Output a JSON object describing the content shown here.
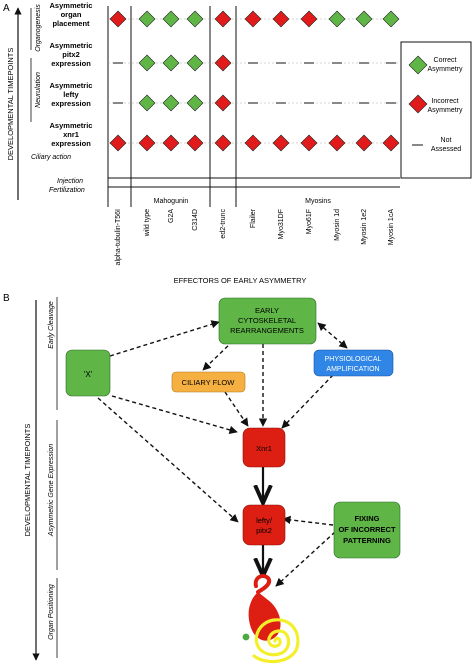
{
  "panel_a": {
    "label": "A",
    "y_axis_label": "DEVELOPMENTAL TIMEPOINTS",
    "rows": [
      {
        "lines": [
          "Asymmetric",
          "organ",
          "placement"
        ]
      },
      {
        "lines": [
          "Asymmetric",
          "pitx2",
          "expression"
        ]
      },
      {
        "lines": [
          "Asymmetric",
          "lefty",
          "expression"
        ]
      },
      {
        "lines": [
          "Asymmetric",
          "xnr1",
          "expression"
        ]
      }
    ],
    "stages": {
      "organogenesis": "Organogenesis",
      "neurulation": "Neurulation",
      "ciliary": "Ciliary action",
      "injection": "Injection",
      "fertilization": "Fertilization"
    },
    "columns": [
      "alpha-tubulin-T56I",
      "wild type",
      "G2A",
      "C314D",
      "ed2-trunc",
      "Flailer",
      "Myo31DF",
      "Myo61F",
      "Myosin 1d",
      "Myosin 1e2",
      "Myosin 1cA"
    ],
    "groups": {
      "mahogunin": "Mahogunin",
      "myosins": "Myosins"
    },
    "x_axis_label": "EFFECTORS OF EARLY ASYMMETRY",
    "legend": {
      "correct": [
        "Correct",
        "Asymmetry"
      ],
      "incorrect": [
        "Incorrect",
        "Asymmetry"
      ],
      "not_assessed": [
        "Not",
        "Assessed"
      ]
    },
    "cells": [
      [
        "I",
        "C",
        "C",
        "C",
        "I",
        "I",
        "I",
        "I",
        "C",
        "C",
        "C"
      ],
      [
        "N",
        "C",
        "C",
        "C",
        "I",
        "N",
        "N",
        "N",
        "N",
        "N",
        "N"
      ],
      [
        "N",
        "C",
        "C",
        "C",
        "I",
        "N",
        "N",
        "N",
        "N",
        "N",
        "N"
      ],
      [
        "I",
        "I",
        "I",
        "I",
        "I",
        "I",
        "I",
        "I",
        "I",
        "I",
        "I"
      ]
    ],
    "colors": {
      "correct": "#5fb546",
      "incorrect": "#e11b1b"
    }
  },
  "panel_b": {
    "label": "B",
    "y_axis_label": "DEVELOPMENTAL TIMEPOINTS",
    "stages": {
      "early_cleavage": "Early Cleavage",
      "gene_expression": "Asymmetric Gene Expression",
      "organ_positioning": "Organ Positioning"
    },
    "nodes": {
      "x": "'X'",
      "cytoskeletal": [
        "EARLY",
        "CYTOSKELETAL",
        "REARRANGEMENTS"
      ],
      "ciliary_flow": "CILIARY FLOW",
      "physiological": [
        "PHYSIOLOGICAL",
        "AMPLIFICATION"
      ],
      "xnr1": "Xnr1",
      "lefty_pitx2": [
        "lefty/",
        "pitx2"
      ],
      "fixing": [
        "FIXING",
        "OF INCORRECT",
        "PATTERNING"
      ]
    },
    "colors": {
      "green": "#5fb546",
      "orange": "#f6b042",
      "blue": "#2f86e6",
      "red": "#dd1e12",
      "yellow": "#f3ef2a"
    }
  }
}
